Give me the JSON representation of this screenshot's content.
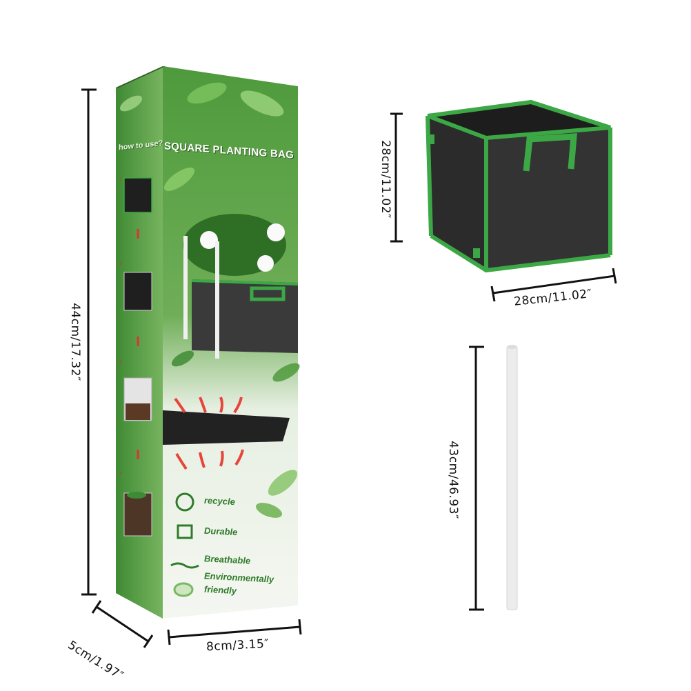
{
  "box": {
    "title": "SQUARE PLANTING BAG",
    "how_to_use": "how to use?",
    "steps": [
      "1",
      "2",
      "3",
      "4"
    ],
    "features": [
      "recycle",
      "Durable",
      "Breathable",
      "Environmentally",
      "friendly"
    ]
  },
  "dimensions": {
    "box_height": "44cm/17.32″",
    "box_depth": "5cm/1.97″",
    "box_width": "8cm/3.15″",
    "bag_height": "28cm/11.02″",
    "bag_width": "28cm/11.02″",
    "rod_length": "43cm/46.93″"
  },
  "colors": {
    "box_green": "#5b9d45",
    "box_green_light": "#8cc26f",
    "bag_fabric": "#2b2b2b",
    "bag_trim": "#3ca845",
    "rod": "#ececec"
  }
}
